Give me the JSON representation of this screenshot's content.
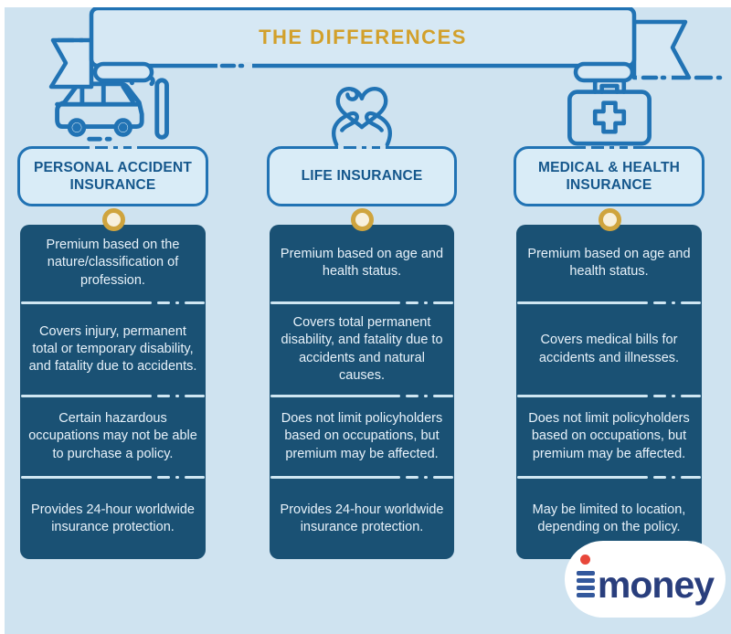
{
  "banner": {
    "title": "THE DIFFERENCES"
  },
  "columns": [
    {
      "icon": "car-crash-icon",
      "title": "PERSONAL ACCIDENT INSURANCE",
      "cells": [
        "Premium based on the nature/classification of profession.",
        "Covers injury, permanent total or temporary disability, and fatality due to accidents.",
        "Certain hazardous occupations may not be able to purchase a policy.",
        "Provides 24-hour worldwide insurance protection."
      ]
    },
    {
      "icon": "heart-in-hands-icon",
      "title": "LIFE INSURANCE",
      "cells": [
        "Premium based on age and health status.",
        "Covers total permanent disability, and fatality due to accidents and natural causes.",
        "Does not limit policyholders based on occupations, but premium may be affected.",
        "Provides 24-hour worldwide insurance protection."
      ]
    },
    {
      "icon": "first-aid-kit-icon",
      "title": "MEDICAL & HEALTH INSURANCE",
      "cells": [
        "Premium based on age and health status.",
        "Covers medical bills for accidents and illnesses.",
        "Does not limit policyholders based on occupations, but premium may be affected.",
        "May be limited to location, depending on the policy."
      ]
    }
  ],
  "logo": {
    "brand_word": "money",
    "brand_full": "imoney"
  },
  "colors": {
    "background": "#cfe3f0",
    "outline_blue": "#2173b4",
    "panel_navy": "#1a5174",
    "banner_gold": "#d2a02b",
    "ring_gold": "#cfa43e",
    "title_navy": "#15578c",
    "logo_blue": "#293e7d",
    "logo_dot_red": "#e8473a"
  }
}
